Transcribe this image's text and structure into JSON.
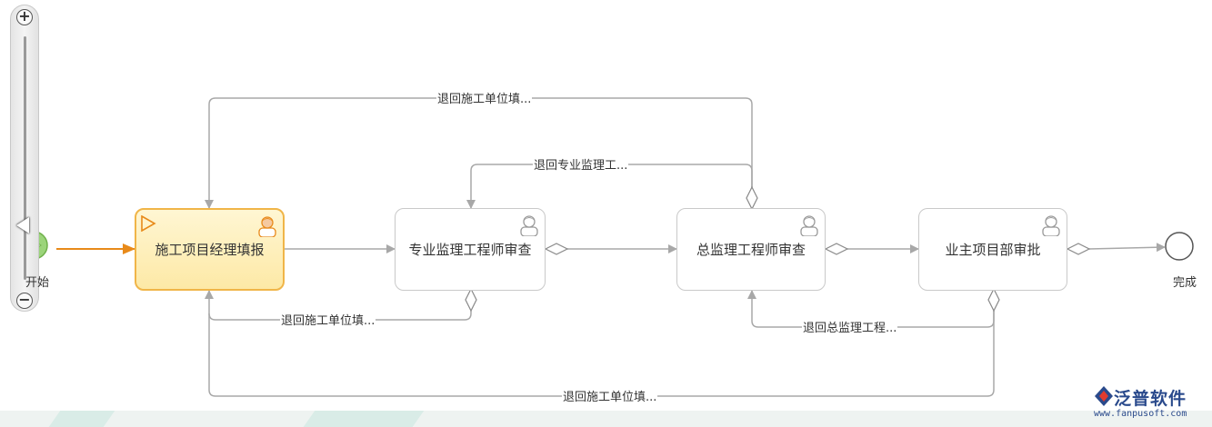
{
  "nodes": {
    "start": {
      "label": "开始"
    },
    "task1": {
      "label": "施工项目经理填报"
    },
    "task2": {
      "label": "专业监理工程师审查"
    },
    "task3": {
      "label": "总监理工程师审查"
    },
    "task4": {
      "label": "业主项目部审批"
    },
    "end": {
      "label": "完成"
    }
  },
  "edges": {
    "return_top": "退回施工单位填...",
    "return_mid": "退回专业监理工...",
    "return_task2": "退回施工单位填...",
    "return_task4_to_task3": "退回总监理工程...",
    "return_bottom": "退回施工单位填..."
  },
  "zoom": {
    "plus": "+",
    "minus": "−"
  },
  "logo": {
    "name": "泛普软件",
    "url": "www.fanpusoft.com"
  },
  "colors": {
    "active_border": "#f0b548",
    "active_fill": "#fde9a6",
    "start_fill": "#9bd47a",
    "flow_active": "#e88a1a",
    "flow_gray": "#a8a8a8"
  }
}
